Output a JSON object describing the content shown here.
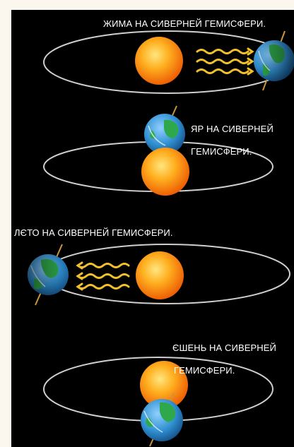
{
  "diagram": {
    "panels": [
      {
        "label_lines": [
          "ЖИМА НА СИВЕРНЕЙ ГЕМИСФЕРИ."
        ],
        "earth_position": "right",
        "sun_rays": true
      },
      {
        "label_lines": [
          "ЯР НА СИВЕРНЕЙ",
          "ГЕМИСФЕРИ."
        ],
        "earth_position": "back",
        "sun_rays": false
      },
      {
        "label_lines": [
          "ЛЄТО НА СИВЕРНЕЙ ГЕМИСФЕРИ."
        ],
        "earth_position": "left",
        "sun_rays": true
      },
      {
        "label_lines": [
          "ЄШЕНЬ НА СИВЕРНЕЙ",
          "ГЕМИСФЕРИ."
        ],
        "earth_position": "front",
        "sun_rays": false
      }
    ],
    "colors": {
      "background": "#000000",
      "page": "#fbf6ee",
      "orbit": "#d4d4d4",
      "sun_core": "#ffd84a",
      "sun_edge": "#f06a05",
      "ocean": "#2f8fd0",
      "land": "#2ea84a",
      "rays": "#f2c02c",
      "axis": "#c8963c",
      "label": "#ffffff"
    }
  }
}
